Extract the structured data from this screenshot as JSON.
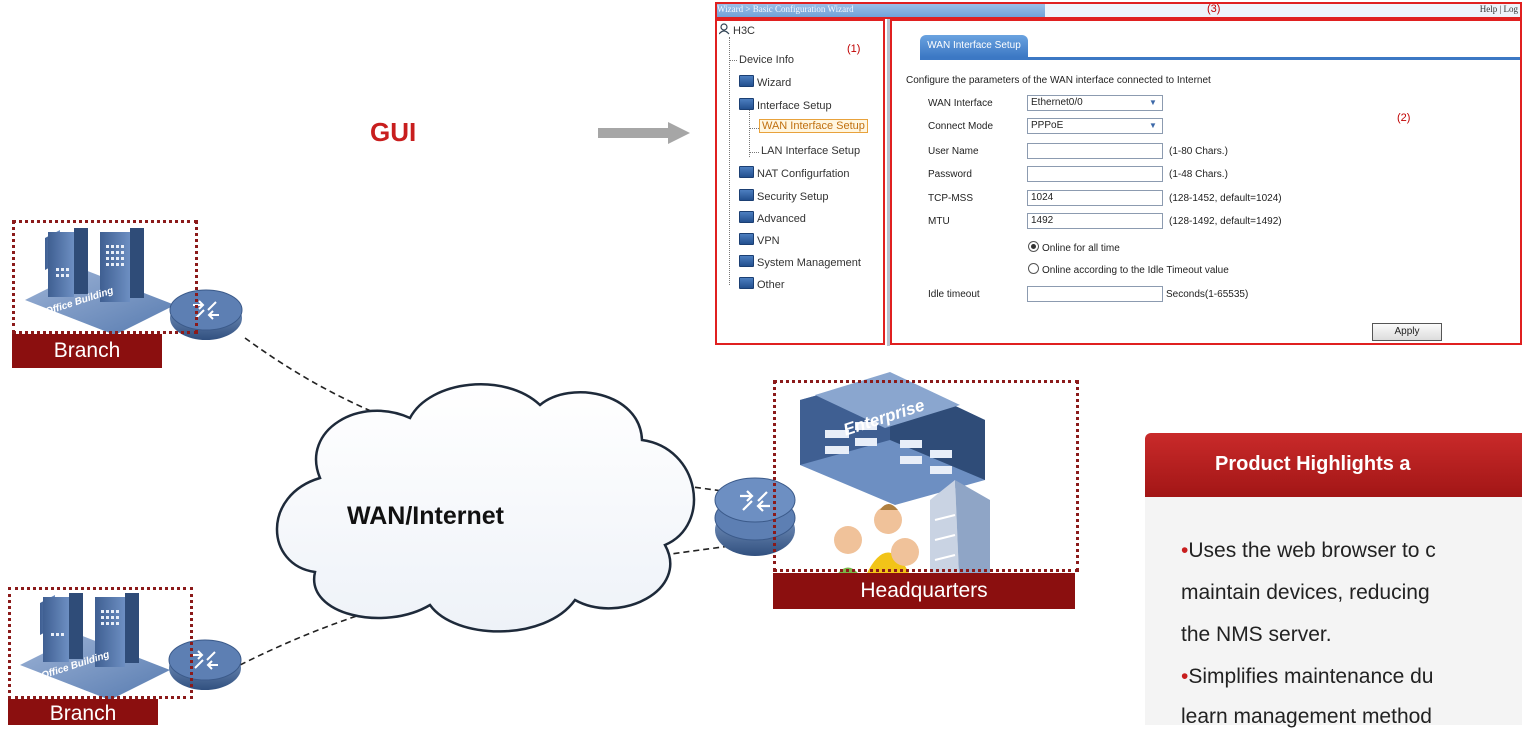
{
  "gui_label": "GUI",
  "web_gui": {
    "breadcrumb": "Wizard > Basic Configuration Wizard",
    "help_links": "Help | Log",
    "callouts": {
      "tree": "(1)",
      "content": "(2)",
      "topbar": "(3)"
    },
    "tree_root": "H3C",
    "tree_items": [
      "Device Info",
      "Wizard",
      "Interface Setup",
      "WAN Interface Setup",
      "LAN Interface Setup",
      "NAT Configurfation",
      "Security Setup",
      "Advanced",
      "VPN",
      "System Management",
      "Other"
    ],
    "tab_label": "WAN Interface Setup",
    "description": "Configure the parameters of the WAN interface connected to Internet",
    "fields": [
      {
        "label": "WAN Interface",
        "value": "Ethernet0/0",
        "hint": ""
      },
      {
        "label": "Connect Mode",
        "value": "PPPoE",
        "hint": ""
      },
      {
        "label": "User Name",
        "value": "",
        "hint": "(1-80 Chars.)"
      },
      {
        "label": "Password",
        "value": "",
        "hint": "(1-48 Chars.)"
      },
      {
        "label": "TCP-MSS",
        "value": "1024",
        "hint": "(128-1452, default=1024)"
      },
      {
        "label": "MTU",
        "value": "1492",
        "hint": "(128-1492, default=1492)"
      }
    ],
    "radio_options": [
      "Online for all time",
      "Online according to the Idle Timeout value"
    ],
    "idle_timeout": {
      "label": "Idle timeout",
      "value": "",
      "hint": "Seconds(1-65535)"
    },
    "apply_label": "Apply"
  },
  "network": {
    "wan_label": "WAN/Internet",
    "branch_label": "Branch",
    "headquarters_label": "Headquarters",
    "office_building_label": "Office Building",
    "enterprise_label": "Enterprise"
  },
  "highlights": {
    "title": "Product Highlights a",
    "lines": [
      "•Uses the web browser to c",
      "maintain devices, reducing",
      "the NMS server.",
      "•Simplifies maintenance du",
      "learn management method"
    ]
  },
  "colors": {
    "accent_red": "#c81e1e",
    "label_dark_red": "#8b0f0f",
    "gui_blue": "#3c78c4"
  }
}
